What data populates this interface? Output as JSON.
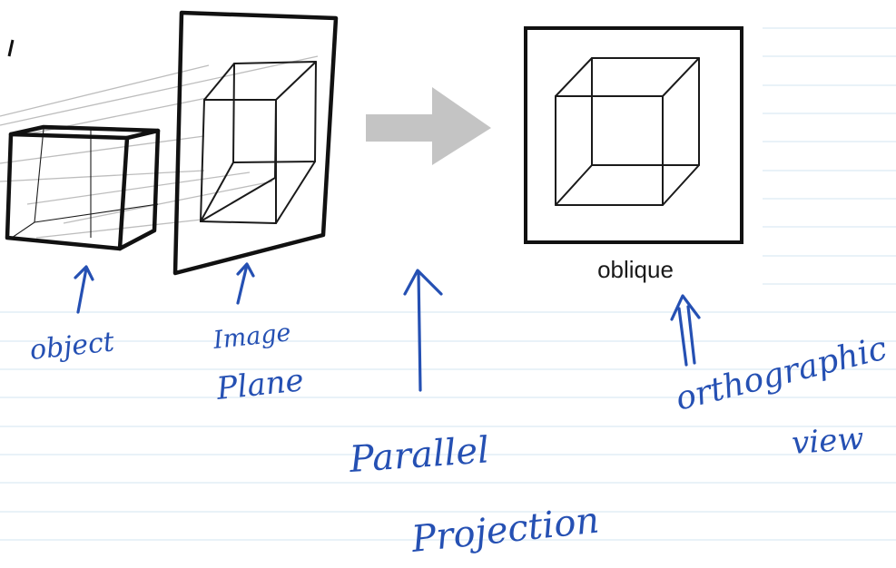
{
  "diagram": {
    "caption_oblique": "oblique",
    "annotations": {
      "object": "object",
      "image_plane_line1": "Image",
      "image_plane_line2": "Plane",
      "parallel_line1": "Parallel",
      "parallel_line2": "Projection",
      "ortho_line1": "orthographic",
      "ortho_line2": "view"
    }
  },
  "colors": {
    "ink_blue": "#2550b3",
    "arrow_gray": "#c4c4c4",
    "outline": "#111111",
    "rule_line": "#dceaf4"
  }
}
